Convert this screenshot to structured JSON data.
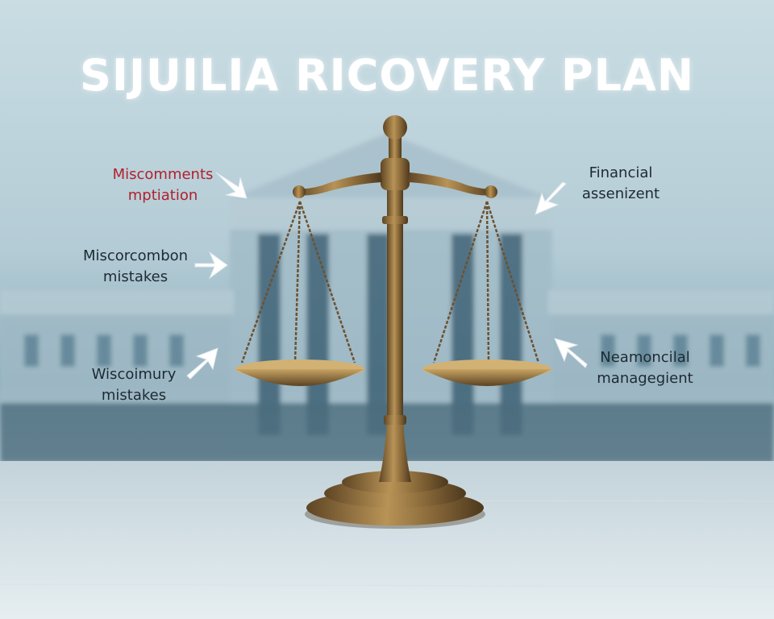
{
  "title": "SIJUILIA RICOVERY PLAN",
  "labels": {
    "top_left": [
      "Miscomments",
      "mptiation"
    ],
    "mid_left": [
      "Miscorcombon",
      "mistakes"
    ],
    "bottom_left": [
      "Wiscoimury",
      "mistakes"
    ],
    "top_right": [
      "Financial",
      "assenizent"
    ],
    "bottom_right": [
      "Neamoncilal",
      "managegient"
    ]
  },
  "colors": {
    "title": "#ffffff",
    "label_text": "#1e2a33",
    "label_accent": "#b1202c",
    "brass": "#9c7a44",
    "background": "#b4ccd6"
  },
  "icons": [
    "scale-of-justice-icon",
    "arrow-icon"
  ]
}
